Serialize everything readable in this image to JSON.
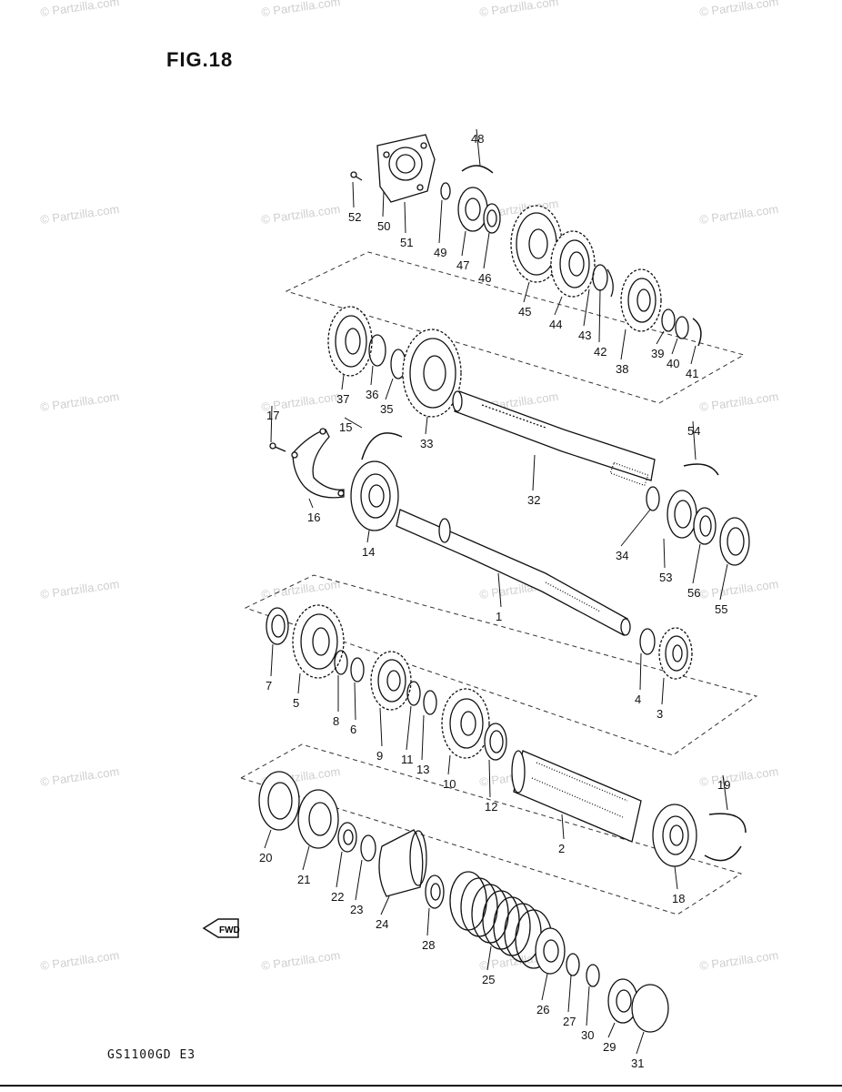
{
  "figure": {
    "title": "FIG.18",
    "model_code": "GS1100GD E3",
    "fwd_label": "FWD"
  },
  "watermark": {
    "text": "© Partzilla.com",
    "color": "#cfcfcf"
  },
  "parts": [
    {
      "number": "1"
    },
    {
      "number": "2"
    },
    {
      "number": "3"
    },
    {
      "number": "4"
    },
    {
      "number": "5"
    },
    {
      "number": "6"
    },
    {
      "number": "7"
    },
    {
      "number": "8"
    },
    {
      "number": "9"
    },
    {
      "number": "10"
    },
    {
      "number": "11"
    },
    {
      "number": "12"
    },
    {
      "number": "13"
    },
    {
      "number": "14"
    },
    {
      "number": "15"
    },
    {
      "number": "16"
    },
    {
      "number": "17"
    },
    {
      "number": "18"
    },
    {
      "number": "19"
    },
    {
      "number": "20"
    },
    {
      "number": "21"
    },
    {
      "number": "22"
    },
    {
      "number": "23"
    },
    {
      "number": "24"
    },
    {
      "number": "25"
    },
    {
      "number": "26"
    },
    {
      "number": "27"
    },
    {
      "number": "28"
    },
    {
      "number": "29"
    },
    {
      "number": "30"
    },
    {
      "number": "31"
    },
    {
      "number": "32"
    },
    {
      "number": "33"
    },
    {
      "number": "34"
    },
    {
      "number": "35"
    },
    {
      "number": "36"
    },
    {
      "number": "37"
    },
    {
      "number": "38"
    },
    {
      "number": "39"
    },
    {
      "number": "40"
    },
    {
      "number": "41"
    },
    {
      "number": "42"
    },
    {
      "number": "43"
    },
    {
      "number": "44"
    },
    {
      "number": "45"
    },
    {
      "number": "46"
    },
    {
      "number": "47"
    },
    {
      "number": "48"
    },
    {
      "number": "49"
    },
    {
      "number": "50"
    },
    {
      "number": "51"
    },
    {
      "number": "52"
    },
    {
      "number": "53"
    },
    {
      "number": "54"
    },
    {
      "number": "55"
    },
    {
      "number": "56"
    }
  ]
}
